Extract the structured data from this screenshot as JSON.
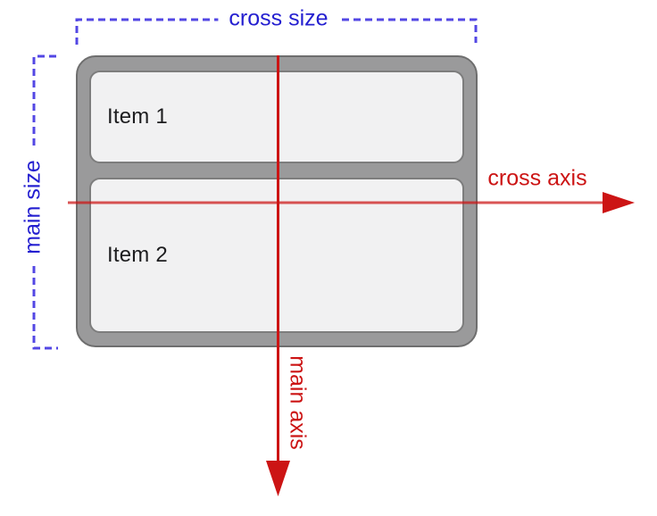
{
  "diagram": {
    "flex_container": {
      "items": [
        {
          "label": "Item 1"
        },
        {
          "label": "Item 2"
        }
      ]
    },
    "annotations": {
      "cross_size_label": "cross size",
      "main_size_label": "main size",
      "cross_axis_label": "cross axis",
      "main_axis_label": "main axis"
    },
    "colors": {
      "size_label": "#241fd0",
      "size_dash": "#5347e4",
      "axis": "#cc1414",
      "container_fill": "#9a9a9b",
      "container_border": "#6e6e6e",
      "item_fill": "#f1f1f2",
      "item_border": "#7d7d7d",
      "item_text": "#1d1d1f"
    }
  }
}
